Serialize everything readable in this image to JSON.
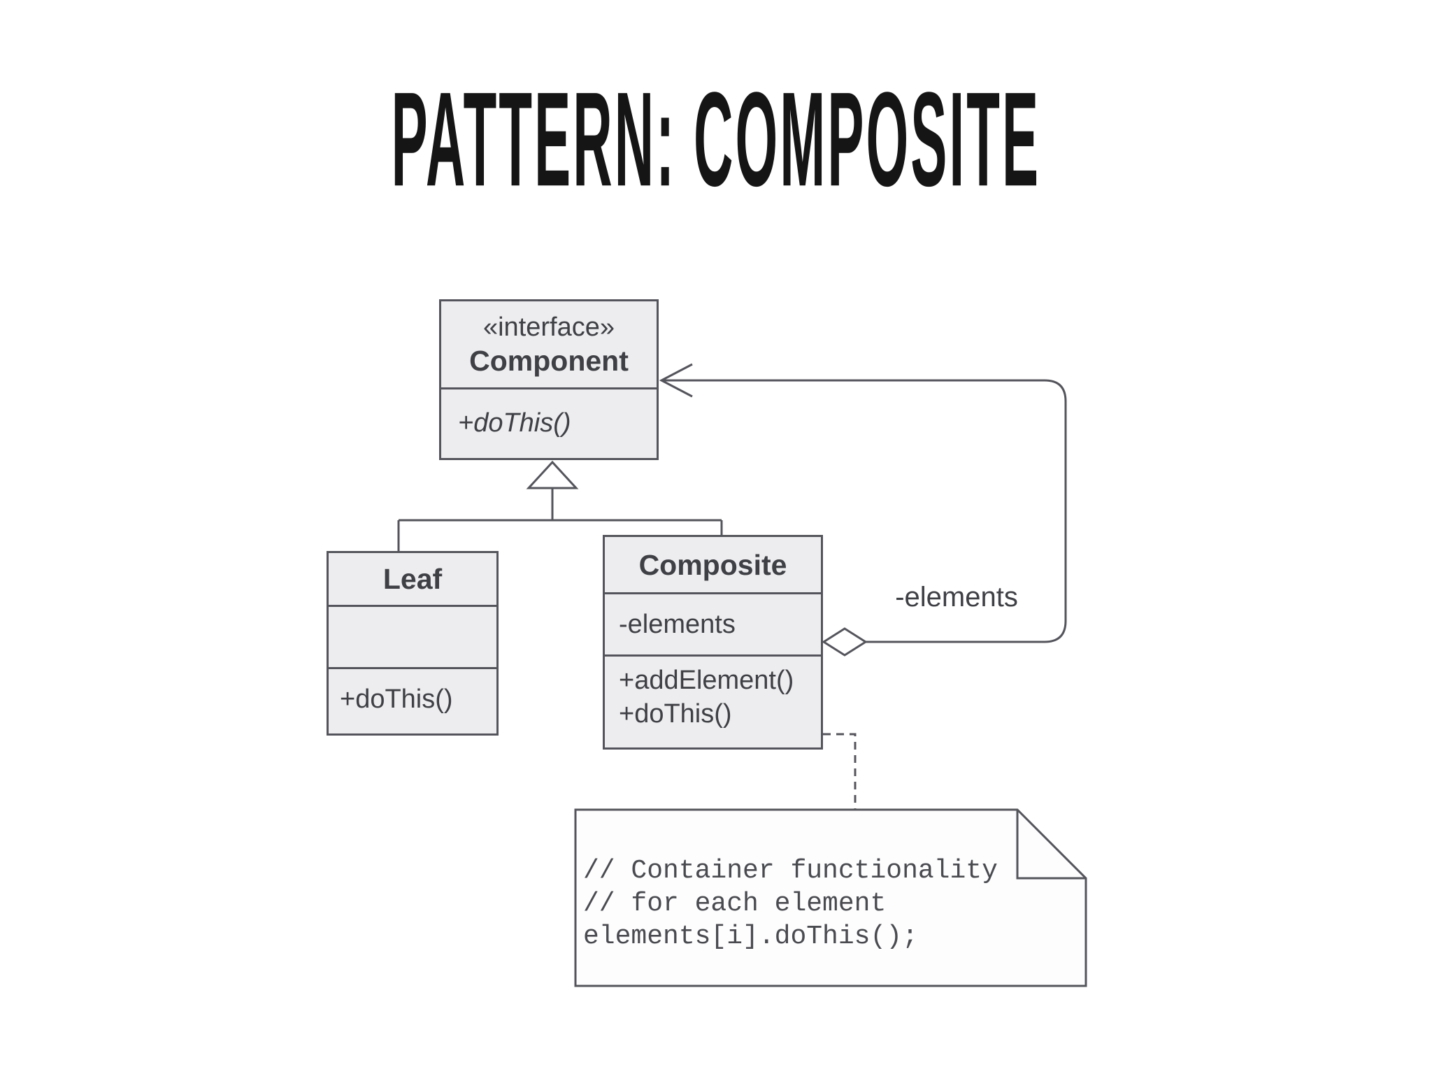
{
  "slide": {
    "title": "PATTERN: COMPOSITE"
  },
  "uml": {
    "component": {
      "stereotype": "«interface»",
      "name": "Component",
      "methods": [
        "+doThis()"
      ]
    },
    "leaf": {
      "name": "Leaf",
      "attributes": [],
      "methods": [
        "+doThis()"
      ]
    },
    "composite": {
      "name": "Composite",
      "attributes": [
        "-elements"
      ],
      "methods": [
        "+addElement()",
        "+doThis()"
      ]
    },
    "aggregation": {
      "label": "-elements"
    },
    "note": {
      "lines": [
        "// Container functionality",
        "// for each element",
        "elements[i].doThis();"
      ]
    }
  },
  "colors": {
    "box_fill": "#ededef",
    "box_border": "#54545c",
    "line": "#54545c",
    "note_fill": "#fdfdfe",
    "text": "#3f4045",
    "title": "#151515"
  }
}
